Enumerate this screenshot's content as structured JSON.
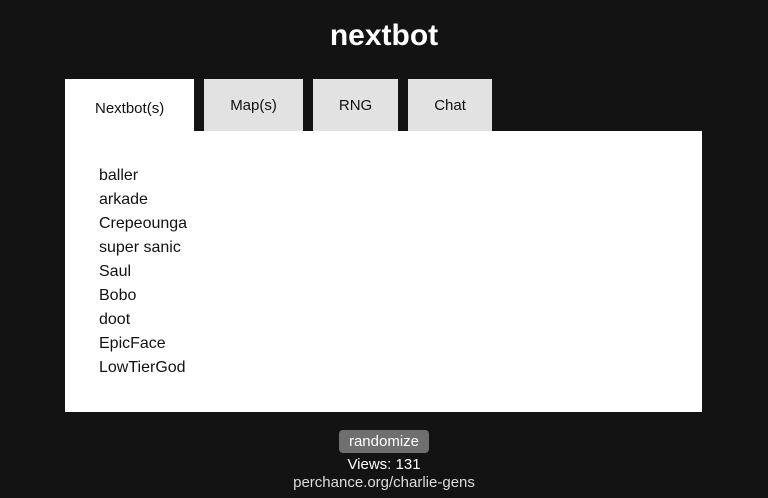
{
  "page": {
    "title": "nextbot"
  },
  "tabs": [
    {
      "label": "Nextbot(s)",
      "active": true
    },
    {
      "label": "Map(s)",
      "active": false
    },
    {
      "label": "RNG",
      "active": false
    },
    {
      "label": "Chat",
      "active": false
    }
  ],
  "output": {
    "items": [
      "baller",
      "arkade",
      "Crepeounga",
      "super sanic",
      "Saul",
      "Bobo",
      "doot",
      "EpicFace",
      "LowTierGod"
    ]
  },
  "footer": {
    "randomize_label": "randomize",
    "views_text": "Views: 131",
    "link_text": "perchance.org/charlie-gens"
  },
  "colors": {
    "background": "#131313",
    "panel": "#ffffff",
    "inactive_tab": "#e2e2e2",
    "active_tab": "#ffffff",
    "button": "#6f6f6f",
    "text_dark": "#111111",
    "text_light": "#ffffff"
  }
}
